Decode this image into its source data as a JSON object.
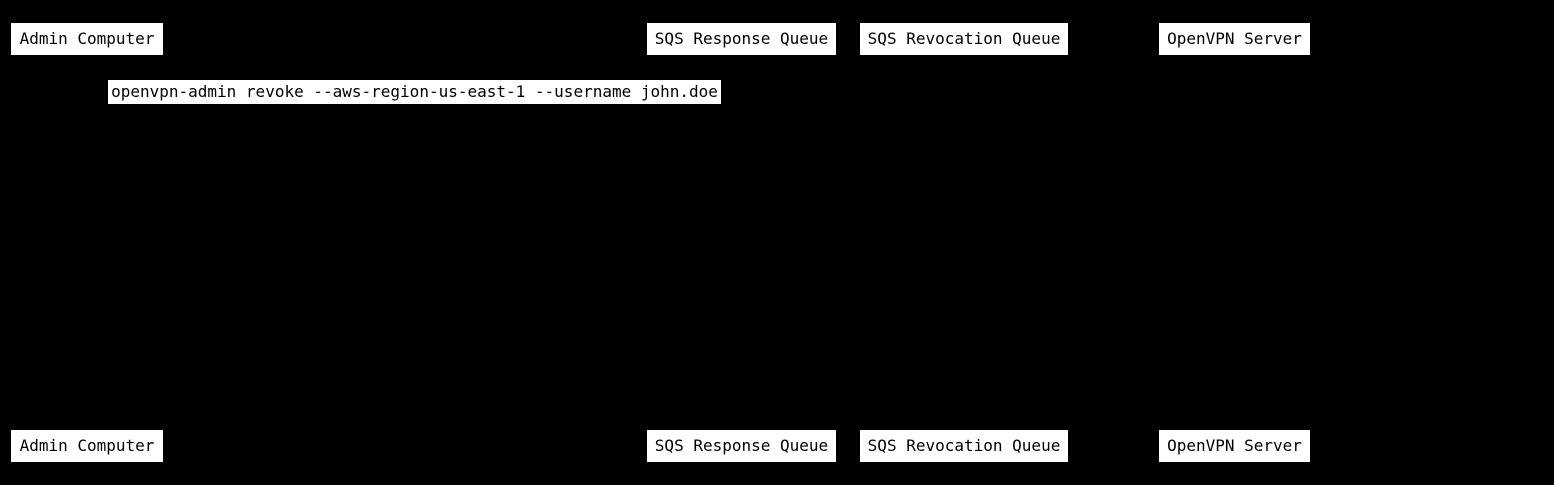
{
  "diagram": {
    "type": "sequence-diagram",
    "background_color": "#000000",
    "node_fill_color": "#ffffff",
    "node_text_color": "#000000",
    "participants": [
      {
        "label": "Admin Computer"
      },
      {
        "label": "SQS Response Queue"
      },
      {
        "label": "SQS Revocation Queue"
      },
      {
        "label": "OpenVPN Server"
      }
    ],
    "messages": [
      {
        "text": "openvpn-admin revoke --aws-region-us-east-1 --username john.doe"
      }
    ]
  }
}
